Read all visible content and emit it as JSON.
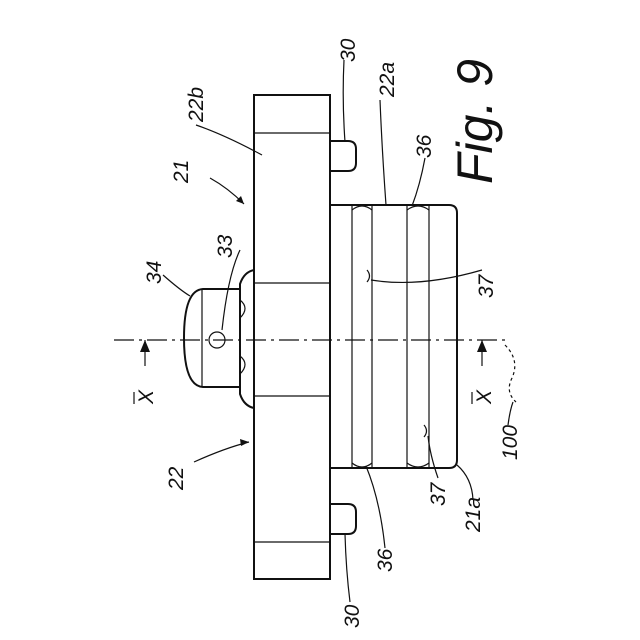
{
  "figure": {
    "title": "Fig. 9",
    "labels": {
      "l21": "21",
      "l22": "22",
      "l22a": "22a",
      "l22b": "22b",
      "l30_top": "30",
      "l30_bottom": "30",
      "l33": "33",
      "l34": "34",
      "l36_top": "36",
      "l36_bottom": "36",
      "l37_top": "37",
      "l37_bottom": "37",
      "l21a": "21a",
      "l100": "100",
      "lx_left": "X",
      "lx_right": "X"
    }
  }
}
